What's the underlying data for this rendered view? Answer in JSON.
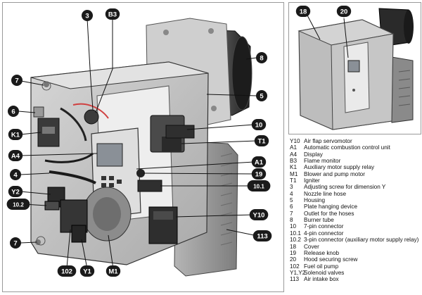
{
  "main_figure": {
    "callouts": [
      {
        "label": "3",
        "target": "adjusting-screw"
      },
      {
        "label": "B3",
        "target": "flame-monitor"
      },
      {
        "label": "8",
        "target": "burner-tube"
      },
      {
        "label": "7",
        "target": "outlet-for-hoses-top"
      },
      {
        "label": "5",
        "target": "housing"
      },
      {
        "label": "6",
        "target": "plate-hanging-device"
      },
      {
        "label": "K1",
        "target": "auxiliary-relay"
      },
      {
        "label": "10",
        "target": "7-pin-connector"
      },
      {
        "label": "T1",
        "target": "igniter"
      },
      {
        "label": "A4",
        "target": "display"
      },
      {
        "label": "A1",
        "target": "control-unit"
      },
      {
        "label": "4",
        "target": "nozzle-line-hose"
      },
      {
        "label": "19",
        "target": "release-knob"
      },
      {
        "label": "Y2",
        "target": "solenoid-valve-2"
      },
      {
        "label": "10.1",
        "target": "4-pin-connector"
      },
      {
        "label": "10.2",
        "target": "3-pin-connector"
      },
      {
        "label": "Y10",
        "target": "air-flap-servomotor"
      },
      {
        "label": "7",
        "target": "outlet-for-hoses-bottom"
      },
      {
        "label": "113",
        "target": "air-intake-box"
      },
      {
        "label": "102",
        "target": "fuel-oil-pump"
      },
      {
        "label": "Y1",
        "target": "solenoid-valve-1"
      },
      {
        "label": "M1",
        "target": "blower-pump-motor"
      }
    ]
  },
  "cover_figure": {
    "callouts": [
      {
        "label": "18",
        "target": "cover"
      },
      {
        "label": "20",
        "target": "hood-securing-screw"
      }
    ]
  },
  "legend": [
    {
      "code": "Y10",
      "desc": "Air flap servomotor"
    },
    {
      "code": "A1",
      "desc": "Automatic combustion control unit"
    },
    {
      "code": "A4",
      "desc": "Display"
    },
    {
      "code": "B3",
      "desc": "Flame monitor"
    },
    {
      "code": "K1",
      "desc": "Auxiliary motor supply relay"
    },
    {
      "code": "M1",
      "desc": "Blower and pump motor"
    },
    {
      "code": "T1",
      "desc": "Igniter"
    },
    {
      "code": "3",
      "desc": "Adjusting screw for dimension Y"
    },
    {
      "code": "4",
      "desc": "Nozzle line hose"
    },
    {
      "code": "5",
      "desc": "Housing"
    },
    {
      "code": "6",
      "desc": "Plate hanging device"
    },
    {
      "code": "7",
      "desc": "Outlet for the hoses"
    },
    {
      "code": "8",
      "desc": "Burner tube"
    },
    {
      "code": "10",
      "desc": "7-pin connector"
    },
    {
      "code": "10.1",
      "desc": "4-pin connector"
    },
    {
      "code": "10.2",
      "desc": "3-pin connector (auxiliary motor supply relay)"
    },
    {
      "code": "18",
      "desc": "Cover"
    },
    {
      "code": "19",
      "desc": "Release knob"
    },
    {
      "code": "20",
      "desc": "Hood securing screw"
    },
    {
      "code": "102",
      "desc": "Fuel oil pump"
    },
    {
      "code": "Y1,Y2",
      "desc": "Solenoid valves"
    },
    {
      "code": "113",
      "desc": "Air intake box"
    }
  ],
  "colors": {
    "badge": "#1a1a1a",
    "housing": "#c8c8c8",
    "housing_dark": "#8e8e8e",
    "blower_box": "#9c9c9c",
    "cover": "#b9b9b9",
    "display_panel": "#dcdcdc",
    "motor": "#3a3a3a"
  }
}
